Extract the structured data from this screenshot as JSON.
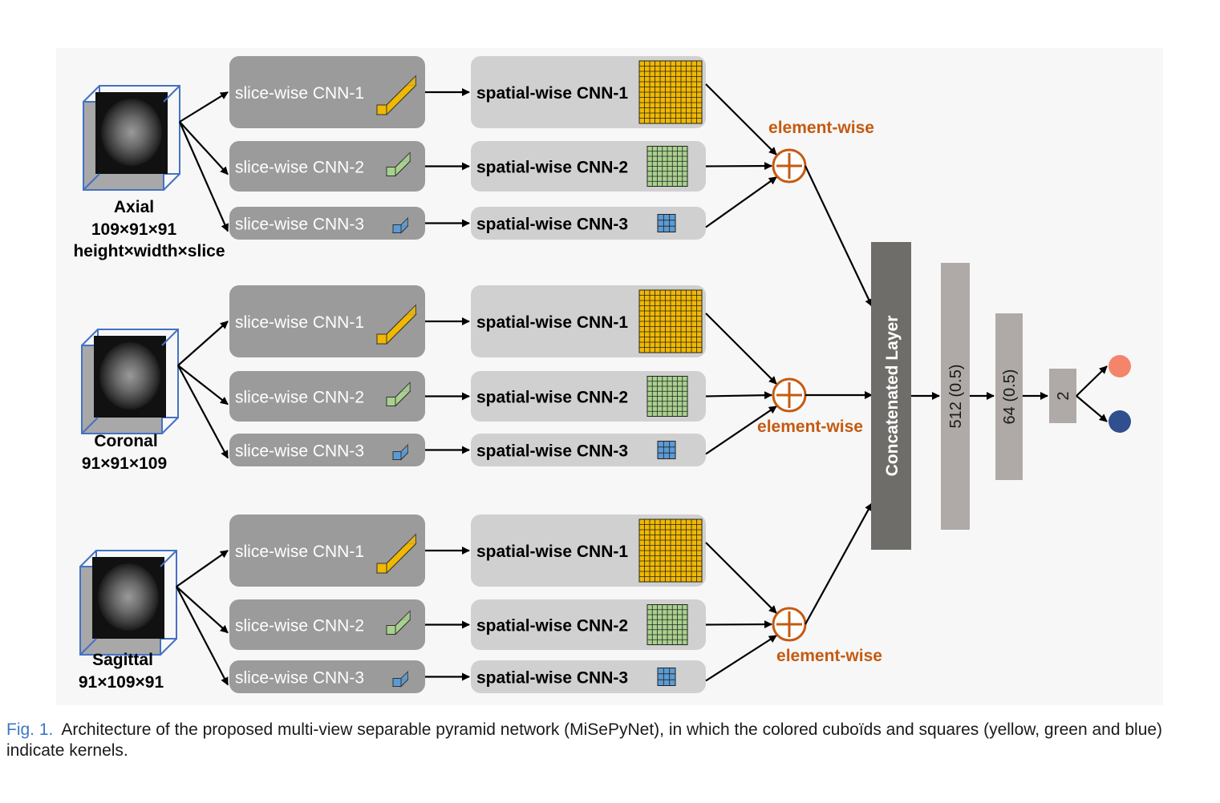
{
  "views": [
    {
      "key": "axial",
      "name": "Axial",
      "dims": "109×91×91",
      "dims_desc": "height×width×slice"
    },
    {
      "key": "coronal",
      "name": "Coronal",
      "dims": "91×91×109",
      "dims_desc": ""
    },
    {
      "key": "sagittal",
      "name": "Sagittal",
      "dims": "91×109×91",
      "dims_desc": ""
    }
  ],
  "branches": [
    {
      "slice_label": "slice-wise CNN-1",
      "spatial_label": "spatial-wise CNN-1",
      "kernel_color": "#f0b800"
    },
    {
      "slice_label": "slice-wise CNN-2",
      "spatial_label": "spatial-wise CNN-2",
      "kernel_color": "#a9d18e"
    },
    {
      "slice_label": "slice-wise CNN-3",
      "spatial_label": "spatial-wise CNN-3",
      "kernel_color": "#5b9bd5"
    }
  ],
  "fusion_label": "element-wise",
  "concat_label": "Concatenated Layer",
  "dense_layers": [
    "512 (0.5)",
    "64 (0.5)",
    "2"
  ],
  "outputs": [
    {
      "color": "#f4846a"
    },
    {
      "color": "#2f4f8f"
    }
  ],
  "colors": {
    "slice_box": "#9b9b9b",
    "spatial_box": "#d0d0d0",
    "fusion": "#c55a11",
    "concat": "#6f6d6a",
    "dense": "#afaaa7",
    "cube_border": "#4472c4"
  },
  "caption": {
    "label": "Fig. 1.",
    "text": "Architecture of the proposed multi-view separable pyramid network (MiSePyNet), in which the colored cuboïds and squares (yellow, green and blue) indicate kernels."
  }
}
